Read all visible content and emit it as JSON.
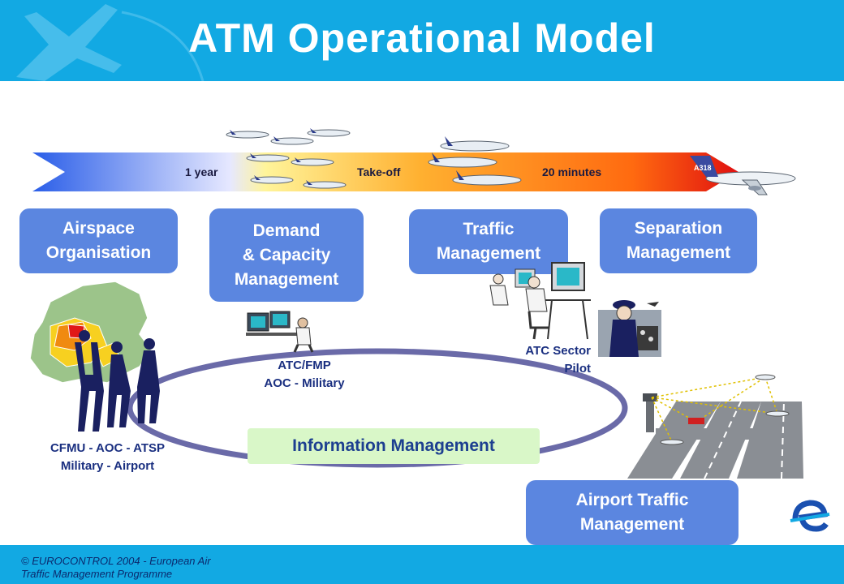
{
  "header": {
    "title": "ATM Operational Model"
  },
  "timeline": {
    "markers": [
      "1 year",
      "Take-off",
      "20 minutes"
    ]
  },
  "functions": {
    "airspace": "Airspace\nOrganisation",
    "demand": "Demand\n& Capacity\nManagement",
    "traffic": "Traffic\nManagement",
    "separation": "Separation\nManagement",
    "airport": "Airport Traffic\nManagement",
    "information": "Information Management"
  },
  "actors": {
    "cfmu": "CFMU - AOC - ATSP\nMilitary - Airport",
    "atcfmp": "ATC/FMP\nAOC - Military",
    "atcsector": "ATC Sector\nPilot"
  },
  "aircraft_livery": "A318",
  "footer": {
    "copyright": "© EUROCONTROL 2004 - European Air\nTraffic Management Programme"
  },
  "colors": {
    "header": "#12a9e3",
    "box": "#5b86e0",
    "info_box": "#d9f7c8",
    "ring": "#6a6aa8"
  }
}
